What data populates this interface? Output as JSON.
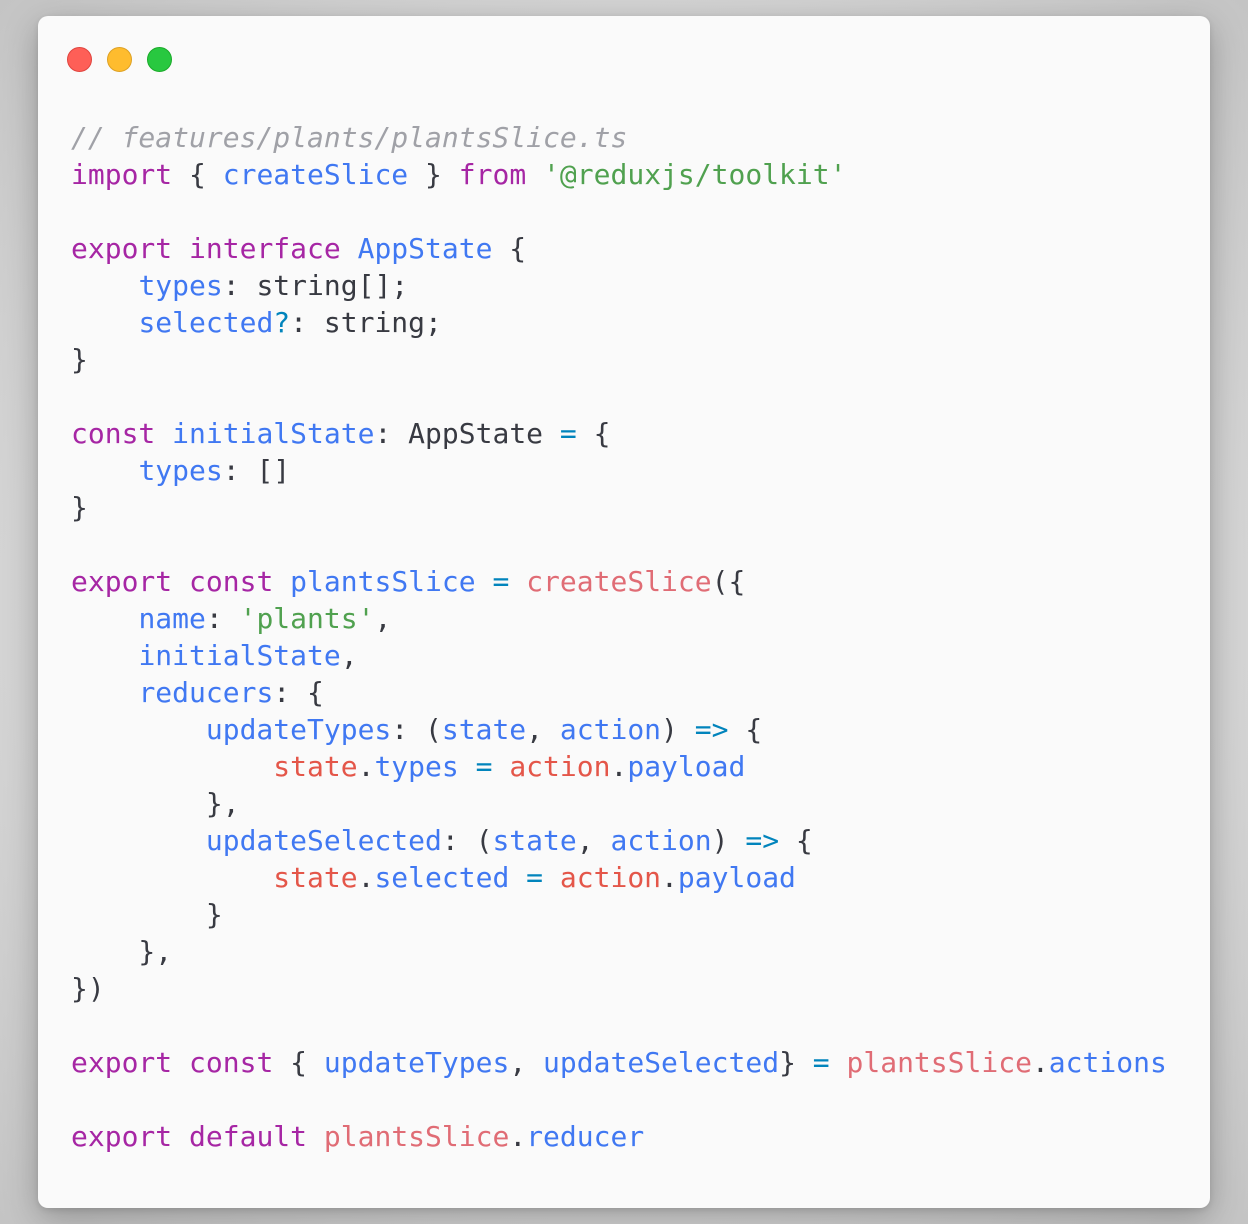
{
  "window": {
    "traffic_lights": [
      {
        "name": "close",
        "color": "#fe5f57"
      },
      {
        "name": "minimize",
        "color": "#febc2e"
      },
      {
        "name": "zoom",
        "color": "#28c840"
      }
    ]
  },
  "colors": {
    "keyword": "#a626a4",
    "identifier": "#4078f2",
    "string": "#50a14f",
    "operator": "#0184bc",
    "variable": "#e45649",
    "comment": "#a0a1a7",
    "plain": "#383a42"
  },
  "code_lines": [
    [
      {
        "t": "// features/plants/plantsSlice.ts",
        "c": "comment"
      }
    ],
    [
      {
        "t": "import",
        "c": "keyword"
      },
      {
        "t": " { ",
        "c": "punct"
      },
      {
        "t": "createSlice",
        "c": "ident"
      },
      {
        "t": " } ",
        "c": "punct"
      },
      {
        "t": "from",
        "c": "keyword"
      },
      {
        "t": " ",
        "c": "punct"
      },
      {
        "t": "'@reduxjs/toolkit'",
        "c": "string"
      }
    ],
    [],
    [
      {
        "t": "export",
        "c": "keyword"
      },
      {
        "t": " ",
        "c": "punct"
      },
      {
        "t": "interface",
        "c": "keyword"
      },
      {
        "t": " ",
        "c": "punct"
      },
      {
        "t": "AppState",
        "c": "ident"
      },
      {
        "t": " {",
        "c": "punct"
      }
    ],
    [
      {
        "t": "    ",
        "c": "punct"
      },
      {
        "t": "types",
        "c": "ident"
      },
      {
        "t": ": string[];",
        "c": "punct"
      }
    ],
    [
      {
        "t": "    ",
        "c": "punct"
      },
      {
        "t": "selected",
        "c": "ident"
      },
      {
        "t": "?",
        "c": "op"
      },
      {
        "t": ": string;",
        "c": "punct"
      }
    ],
    [
      {
        "t": "}",
        "c": "punct"
      }
    ],
    [],
    [
      {
        "t": "const",
        "c": "keyword"
      },
      {
        "t": " ",
        "c": "punct"
      },
      {
        "t": "initialState",
        "c": "ident"
      },
      {
        "t": ": AppState ",
        "c": "punct"
      },
      {
        "t": "=",
        "c": "op"
      },
      {
        "t": " {",
        "c": "punct"
      }
    ],
    [
      {
        "t": "    ",
        "c": "punct"
      },
      {
        "t": "types",
        "c": "ident"
      },
      {
        "t": ": []",
        "c": "punct"
      }
    ],
    [
      {
        "t": "}",
        "c": "punct"
      }
    ],
    [],
    [
      {
        "t": "export",
        "c": "keyword"
      },
      {
        "t": " ",
        "c": "punct"
      },
      {
        "t": "const",
        "c": "keyword"
      },
      {
        "t": " ",
        "c": "punct"
      },
      {
        "t": "plantsSlice",
        "c": "ident"
      },
      {
        "t": " ",
        "c": "punct"
      },
      {
        "t": "=",
        "c": "op"
      },
      {
        "t": " ",
        "c": "punct"
      },
      {
        "t": "createSlice",
        "c": "obj"
      },
      {
        "t": "({",
        "c": "punct"
      }
    ],
    [
      {
        "t": "    ",
        "c": "punct"
      },
      {
        "t": "name",
        "c": "ident"
      },
      {
        "t": ": ",
        "c": "punct"
      },
      {
        "t": "'plants'",
        "c": "string"
      },
      {
        "t": ",",
        "c": "punct"
      }
    ],
    [
      {
        "t": "    ",
        "c": "punct"
      },
      {
        "t": "initialState",
        "c": "ident"
      },
      {
        "t": ",",
        "c": "punct"
      }
    ],
    [
      {
        "t": "    ",
        "c": "punct"
      },
      {
        "t": "reducers",
        "c": "ident"
      },
      {
        "t": ": {",
        "c": "punct"
      }
    ],
    [
      {
        "t": "        ",
        "c": "punct"
      },
      {
        "t": "updateTypes",
        "c": "ident"
      },
      {
        "t": ": (",
        "c": "punct"
      },
      {
        "t": "state",
        "c": "ident"
      },
      {
        "t": ", ",
        "c": "punct"
      },
      {
        "t": "action",
        "c": "ident"
      },
      {
        "t": ") ",
        "c": "punct"
      },
      {
        "t": "=>",
        "c": "op"
      },
      {
        "t": " {",
        "c": "punct"
      }
    ],
    [
      {
        "t": "            ",
        "c": "punct"
      },
      {
        "t": "state",
        "c": "var"
      },
      {
        "t": ".",
        "c": "punct"
      },
      {
        "t": "types",
        "c": "ident"
      },
      {
        "t": " ",
        "c": "punct"
      },
      {
        "t": "=",
        "c": "op"
      },
      {
        "t": " ",
        "c": "punct"
      },
      {
        "t": "action",
        "c": "var"
      },
      {
        "t": ".",
        "c": "punct"
      },
      {
        "t": "payload",
        "c": "ident"
      }
    ],
    [
      {
        "t": "        },",
        "c": "punct"
      }
    ],
    [
      {
        "t": "        ",
        "c": "punct"
      },
      {
        "t": "updateSelected",
        "c": "ident"
      },
      {
        "t": ": (",
        "c": "punct"
      },
      {
        "t": "state",
        "c": "ident"
      },
      {
        "t": ", ",
        "c": "punct"
      },
      {
        "t": "action",
        "c": "ident"
      },
      {
        "t": ") ",
        "c": "punct"
      },
      {
        "t": "=>",
        "c": "op"
      },
      {
        "t": " {",
        "c": "punct"
      }
    ],
    [
      {
        "t": "            ",
        "c": "punct"
      },
      {
        "t": "state",
        "c": "var"
      },
      {
        "t": ".",
        "c": "punct"
      },
      {
        "t": "selected",
        "c": "ident"
      },
      {
        "t": " ",
        "c": "punct"
      },
      {
        "t": "=",
        "c": "op"
      },
      {
        "t": " ",
        "c": "punct"
      },
      {
        "t": "action",
        "c": "var"
      },
      {
        "t": ".",
        "c": "punct"
      },
      {
        "t": "payload",
        "c": "ident"
      }
    ],
    [
      {
        "t": "        }",
        "c": "punct"
      }
    ],
    [
      {
        "t": "    },",
        "c": "punct"
      }
    ],
    [
      {
        "t": "})",
        "c": "punct"
      }
    ],
    [],
    [
      {
        "t": "export",
        "c": "keyword"
      },
      {
        "t": " ",
        "c": "punct"
      },
      {
        "t": "const",
        "c": "keyword"
      },
      {
        "t": " { ",
        "c": "punct"
      },
      {
        "t": "updateTypes",
        "c": "ident"
      },
      {
        "t": ", ",
        "c": "punct"
      },
      {
        "t": "updateSelected",
        "c": "ident"
      },
      {
        "t": "} ",
        "c": "punct"
      },
      {
        "t": "=",
        "c": "op"
      },
      {
        "t": " ",
        "c": "punct"
      },
      {
        "t": "plantsSlice",
        "c": "obj"
      },
      {
        "t": ".",
        "c": "punct"
      },
      {
        "t": "actions",
        "c": "ident"
      }
    ],
    [],
    [
      {
        "t": "export",
        "c": "keyword"
      },
      {
        "t": " ",
        "c": "punct"
      },
      {
        "t": "default",
        "c": "keyword"
      },
      {
        "t": " ",
        "c": "punct"
      },
      {
        "t": "plantsSlice",
        "c": "obj"
      },
      {
        "t": ".",
        "c": "punct"
      },
      {
        "t": "reducer",
        "c": "ident"
      }
    ]
  ]
}
